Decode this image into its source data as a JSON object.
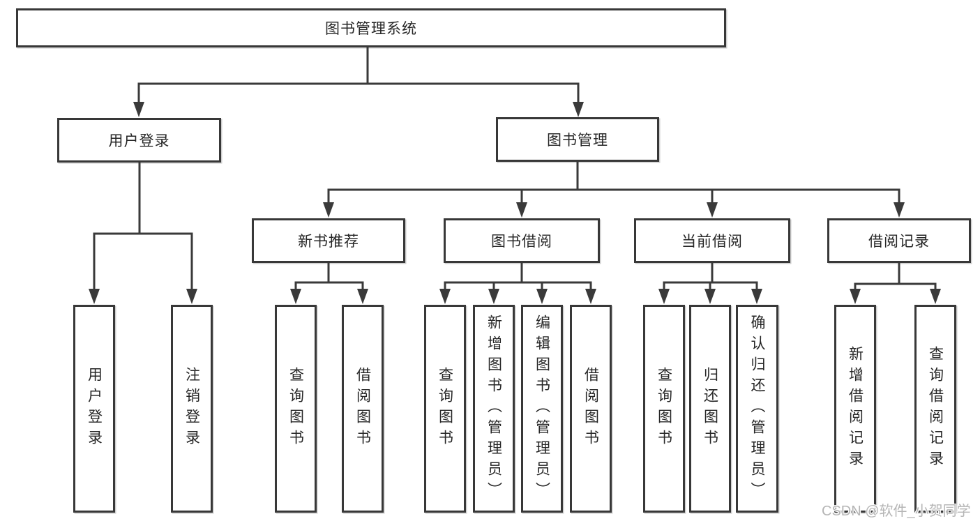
{
  "diagram": {
    "type": "hierarchy-tree",
    "colors": {
      "line": "#3a3a3a",
      "box_border": "#383838",
      "text": "#262626",
      "background": "#ffffff",
      "watermark": "#b5b5b5"
    }
  },
  "nodes": {
    "root": {
      "label": "图书管理系统"
    },
    "user_login": {
      "label": "用户登录"
    },
    "book_management": {
      "label": "图书管理"
    },
    "new_book_recommend": {
      "label": "新书推荐"
    },
    "book_borrowing": {
      "label": "图书借阅"
    },
    "current_borrowing": {
      "label": "当前借阅"
    },
    "borrowing_records": {
      "label": "借阅记录"
    },
    "leaf_user_login": {
      "label": "用户登录"
    },
    "leaf_logout": {
      "label": "注销登录"
    },
    "leaf_rec_query_book": {
      "label": "查询图书"
    },
    "leaf_rec_borrow_book": {
      "label": "借阅图书"
    },
    "leaf_bb_query_book": {
      "label": "查询图书"
    },
    "leaf_bb_add_book": {
      "label": "新增图书（管理员）"
    },
    "leaf_bb_edit_book": {
      "label": "编辑图书（管理员）"
    },
    "leaf_bb_borrow_book": {
      "label": "借阅图书"
    },
    "leaf_cb_query_book": {
      "label": "查询图书"
    },
    "leaf_cb_return_book": {
      "label": "归还图书"
    },
    "leaf_cb_confirm_return": {
      "label": "确认归还（管理员）"
    },
    "leaf_br_add_record": {
      "label": "新增借阅记录"
    },
    "leaf_br_query_record": {
      "label": "查询借阅记录"
    }
  },
  "edges": [
    {
      "from": "root",
      "to": "user_login"
    },
    {
      "from": "root",
      "to": "book_management"
    },
    {
      "from": "user_login",
      "to": "leaf_user_login"
    },
    {
      "from": "user_login",
      "to": "leaf_logout"
    },
    {
      "from": "book_management",
      "to": "new_book_recommend"
    },
    {
      "from": "book_management",
      "to": "book_borrowing"
    },
    {
      "from": "book_management",
      "to": "current_borrowing"
    },
    {
      "from": "book_management",
      "to": "borrowing_records"
    },
    {
      "from": "new_book_recommend",
      "to": "leaf_rec_query_book"
    },
    {
      "from": "new_book_recommend",
      "to": "leaf_rec_borrow_book"
    },
    {
      "from": "book_borrowing",
      "to": "leaf_bb_query_book"
    },
    {
      "from": "book_borrowing",
      "to": "leaf_bb_add_book"
    },
    {
      "from": "book_borrowing",
      "to": "leaf_bb_edit_book"
    },
    {
      "from": "book_borrowing",
      "to": "leaf_bb_borrow_book"
    },
    {
      "from": "current_borrowing",
      "to": "leaf_cb_query_book"
    },
    {
      "from": "current_borrowing",
      "to": "leaf_cb_return_book"
    },
    {
      "from": "current_borrowing",
      "to": "leaf_cb_confirm_return"
    },
    {
      "from": "borrowing_records",
      "to": "leaf_br_add_record"
    },
    {
      "from": "borrowing_records",
      "to": "leaf_br_query_record"
    }
  ],
  "watermark": {
    "text": "CSDN @软件_小贺同学"
  }
}
